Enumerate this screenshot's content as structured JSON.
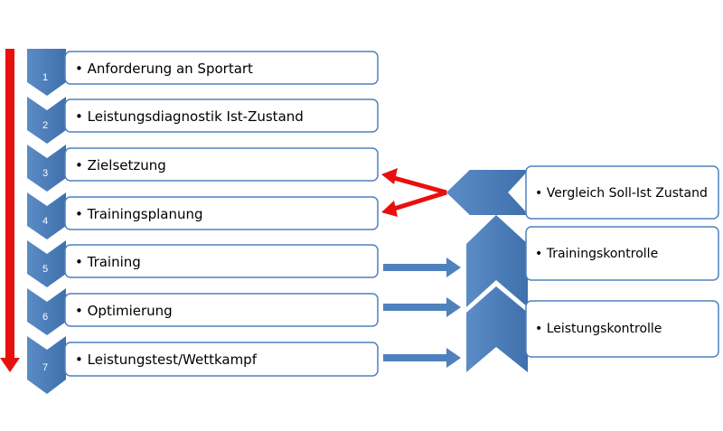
{
  "steps": [
    {
      "number": "1",
      "label": "• Anforderung an Sportart"
    },
    {
      "number": "2",
      "label": "• Leistungsdiagnostik Ist-Zustand"
    },
    {
      "number": "3",
      "label": "• Zielsetzung"
    },
    {
      "number": "4",
      "label": "• Trainingsplanung"
    },
    {
      "number": "5",
      "label": "• Training"
    },
    {
      "number": "6",
      "label": "• Optimierung"
    },
    {
      "number": "7",
      "label": "• Leistungstest/Wettkampf"
    }
  ],
  "side_boxes": [
    {
      "label": "• Vergleich Soll-Ist Zustand"
    },
    {
      "label": "• Trainingskontrolle"
    },
    {
      "label": "• Leistungskontrolle"
    }
  ],
  "colors": {
    "chevron": "#4F81BD",
    "chevron_dark": "#3B6AA0",
    "box_border": "#4F81BD",
    "red_arrow": "#E8100F",
    "blue_arrow": "#4F81BD"
  }
}
